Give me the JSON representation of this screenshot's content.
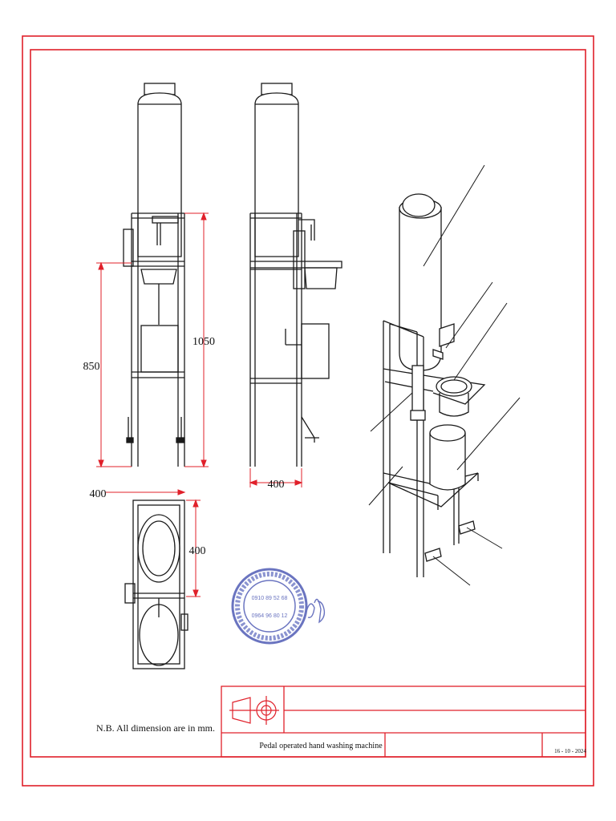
{
  "drawing": {
    "dimensions": {
      "overall_height": "1050",
      "basin_height": "850",
      "side_width": "400",
      "plan_width": "400",
      "plan_depth": "400"
    },
    "note": "N.B. All dimension are in mm.",
    "stamp": {
      "phone_1": "0910 89 52 68",
      "phone_2": "0964 96 80 12"
    },
    "signature": "signature",
    "title_block": {
      "projection_symbol": "first-angle-projection-icon",
      "title": "Pedal operated hand washing machine",
      "date": "16 - 10 - 2024"
    },
    "colors": {
      "border": "#e0202a",
      "line": "#1a1a1a",
      "stamp": "#6a74c0"
    }
  }
}
